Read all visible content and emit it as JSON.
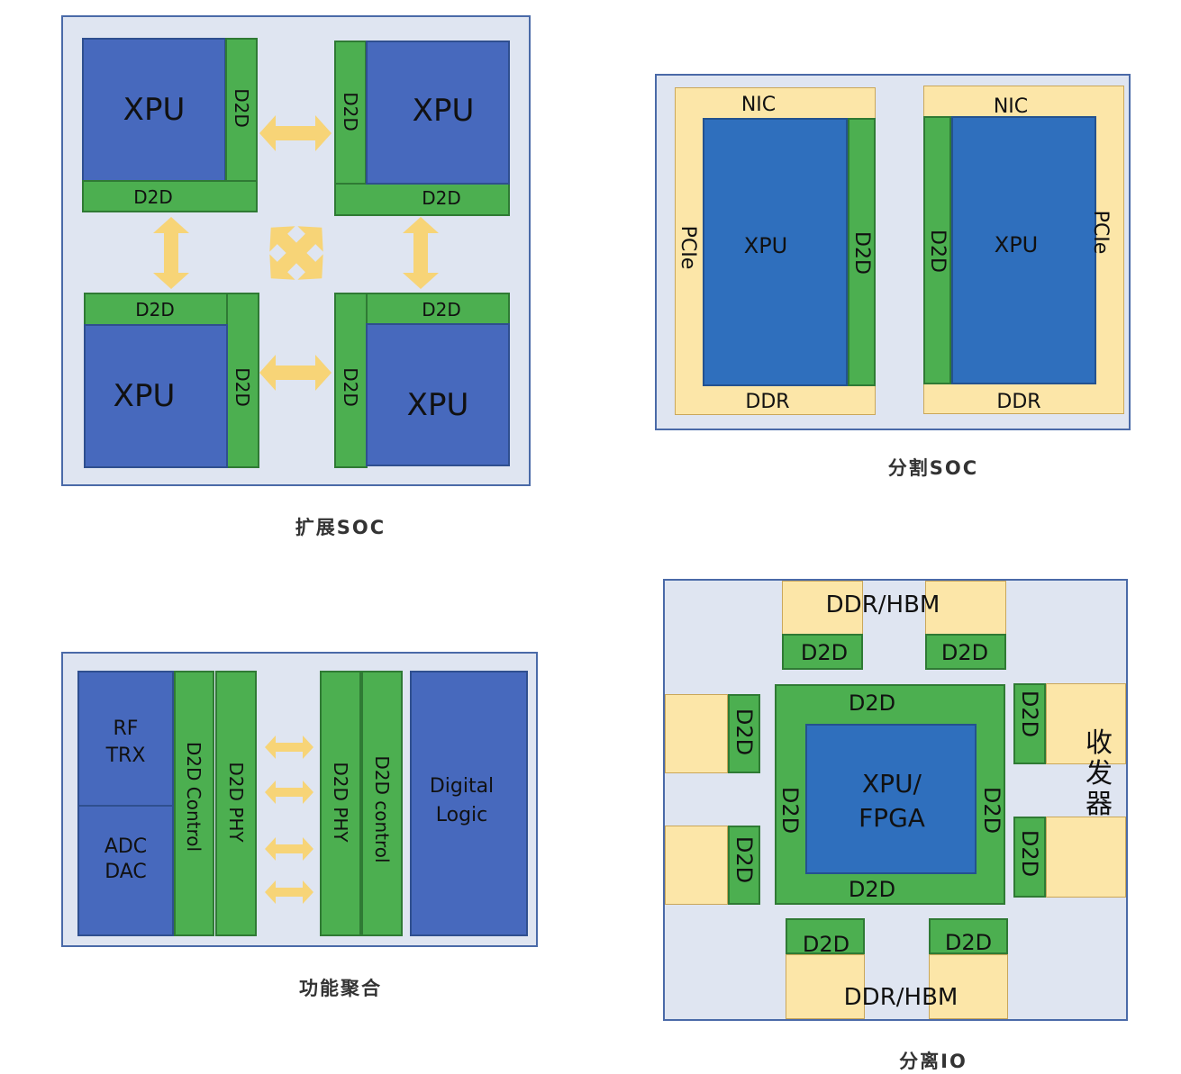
{
  "colors": {
    "panel_bg": "#dfe5f1",
    "xpu_blue": "#4769bd",
    "d2d_green": "#4caf50",
    "io_yellow": "#fce6a8",
    "arrow_yellow": "#f7d477"
  },
  "expand_soc": {
    "caption": "扩展SOC",
    "xpu_label": "XPU",
    "d2d_label": "D2D"
  },
  "split_soc": {
    "caption": "分割SOC",
    "nic": "NIC",
    "ddr": "DDR",
    "pcie": "PCIe",
    "xpu": "XPU",
    "d2d": "D2D"
  },
  "func_agg": {
    "caption": "功能聚合",
    "rf_trx": "RF\nTRX",
    "adc_dac": "ADC\nDAC",
    "d2d_control_left": "D2D Control",
    "d2d_phy": "D2D PHY",
    "d2d_control_right": "D2D control",
    "digital_logic": "Digital\nLogic"
  },
  "split_io": {
    "caption": "分离IO",
    "ddr_hbm": "DDR/HBM",
    "d2d": "D2D",
    "center_label": "XPU/\nFPGA",
    "transceiver": "收\n发\n器"
  }
}
